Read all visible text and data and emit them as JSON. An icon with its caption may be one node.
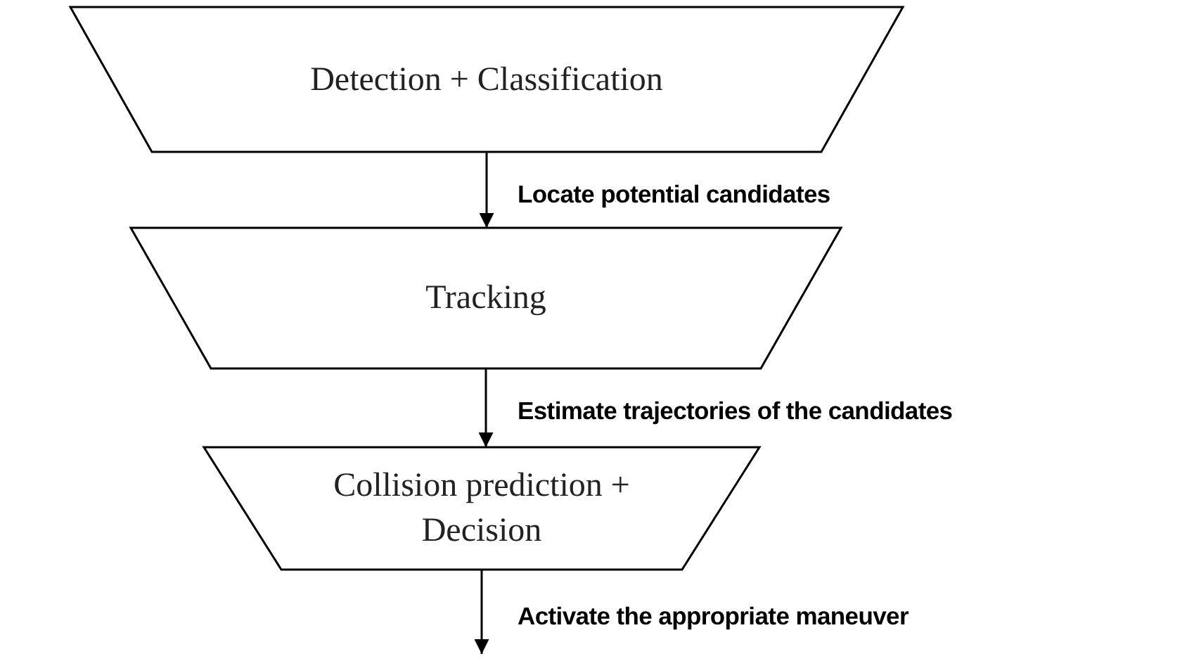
{
  "diagram": {
    "nodes": [
      {
        "text": [
          "Detection + Classification"
        ]
      },
      {
        "text": [
          "Tracking"
        ]
      },
      {
        "text": [
          "Collision prediction + Decision"
        ]
      }
    ],
    "edges": [
      {
        "from": 0,
        "to": 1,
        "arrow": "to",
        "label": "Locate potential candidates"
      },
      {
        "from": 1,
        "to": 2,
        "arrow": "to",
        "label": "Estimate trajectories of the candidates"
      },
      {
        "from": 2,
        "to": null,
        "arrow": "to",
        "label": "Activate the appropriate maneuver"
      }
    ]
  }
}
